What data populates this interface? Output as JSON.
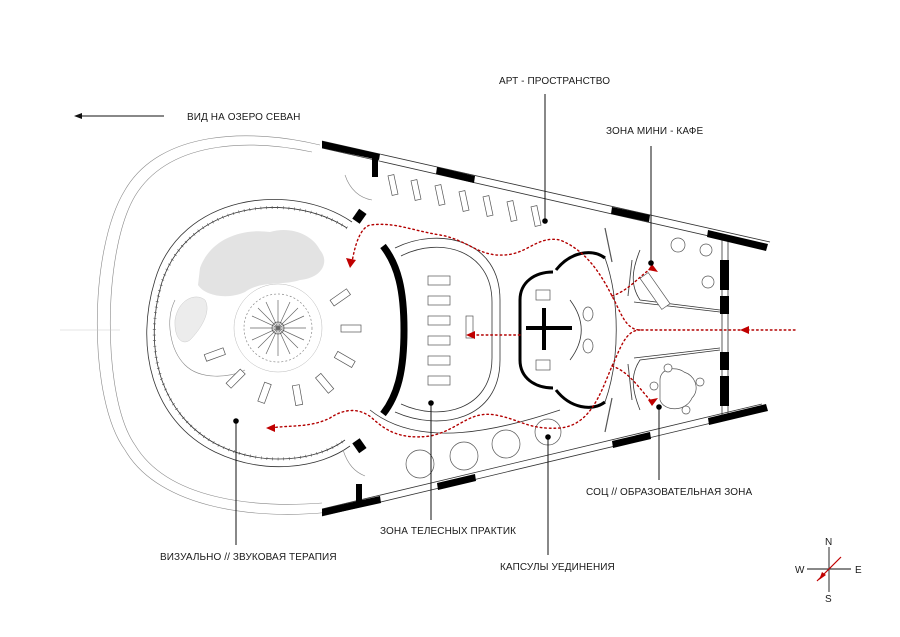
{
  "labels": {
    "lake_view": "ВИД НА ОЗЕРО СЕВАН",
    "art_space": "АРТ - ПРОСТРАНСТВО",
    "mini_cafe": "ЗОНА МИНИ - КАФЕ",
    "social_edu": "СОЦ // ОБРАЗОВАТЕЛЬНАЯ ЗОНА",
    "body_practice": "ЗОНА ТЕЛЕСНЫХ ПРАКТИК",
    "audio_visual": "ВИЗУАЛЬНО // ЗВУКОВАЯ ТЕРАПИЯ",
    "capsules": "КАПСУЛЫ УЕДИНЕНИЯ"
  },
  "compass": {
    "n": "N",
    "s": "S",
    "e": "E",
    "w": "W"
  },
  "colors": {
    "route": "#b30000",
    "walls": "#000000",
    "lines": "#333333"
  },
  "icons": {
    "direction": "arrow-left-icon",
    "compass": "compass-rose-icon"
  }
}
